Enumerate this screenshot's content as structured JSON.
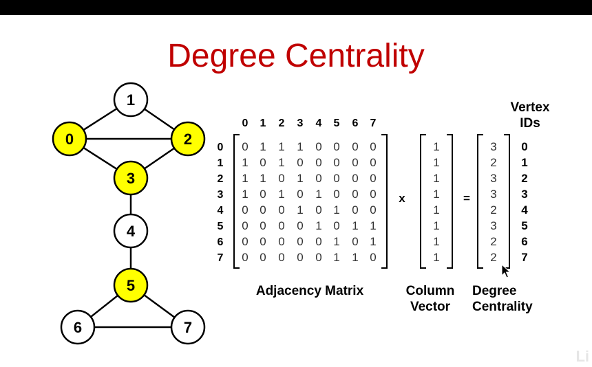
{
  "title": "Degree Centrality",
  "graph": {
    "nodes": [
      {
        "id": "0",
        "highlighted": true
      },
      {
        "id": "1",
        "highlighted": false
      },
      {
        "id": "2",
        "highlighted": true
      },
      {
        "id": "3",
        "highlighted": true
      },
      {
        "id": "4",
        "highlighted": false
      },
      {
        "id": "5",
        "highlighted": true
      },
      {
        "id": "6",
        "highlighted": false
      },
      {
        "id": "7",
        "highlighted": false
      }
    ],
    "edges": [
      [
        "0",
        "1"
      ],
      [
        "1",
        "2"
      ],
      [
        "0",
        "2"
      ],
      [
        "0",
        "3"
      ],
      [
        "2",
        "3"
      ],
      [
        "3",
        "4"
      ],
      [
        "4",
        "5"
      ],
      [
        "5",
        "6"
      ],
      [
        "5",
        "7"
      ],
      [
        "6",
        "7"
      ]
    ],
    "highlight_color": "#ffff00"
  },
  "matrix": {
    "col_headers": [
      "0",
      "1",
      "2",
      "3",
      "4",
      "5",
      "6",
      "7"
    ],
    "row_headers": [
      "0",
      "1",
      "2",
      "3",
      "4",
      "5",
      "6",
      "7"
    ],
    "rows": [
      [
        "0",
        "1",
        "1",
        "1",
        "0",
        "0",
        "0",
        "0"
      ],
      [
        "1",
        "0",
        "1",
        "0",
        "0",
        "0",
        "0",
        "0"
      ],
      [
        "1",
        "1",
        "0",
        "1",
        "0",
        "0",
        "0",
        "0"
      ],
      [
        "1",
        "0",
        "1",
        "0",
        "1",
        "0",
        "0",
        "0"
      ],
      [
        "0",
        "0",
        "0",
        "1",
        "0",
        "1",
        "0",
        "0"
      ],
      [
        "0",
        "0",
        "0",
        "0",
        "1",
        "0",
        "1",
        "1"
      ],
      [
        "0",
        "0",
        "0",
        "0",
        "0",
        "1",
        "0",
        "1"
      ],
      [
        "0",
        "0",
        "0",
        "0",
        "0",
        "1",
        "1",
        "0"
      ]
    ],
    "label": "Adjacency Matrix"
  },
  "operator_x": "x",
  "operator_eq": "=",
  "column_vector": {
    "values": [
      "1",
      "1",
      "1",
      "1",
      "1",
      "1",
      "1",
      "1"
    ],
    "label_line1": "Column",
    "label_line2": "Vector"
  },
  "degree": {
    "values": [
      "3",
      "2",
      "3",
      "3",
      "2",
      "3",
      "2",
      "2"
    ],
    "label_line1": "Degree",
    "label_line2": "Centrality"
  },
  "vertex_ids": {
    "header_line1": "Vertex",
    "header_line2": "IDs",
    "values": [
      "0",
      "1",
      "2",
      "3",
      "4",
      "5",
      "6",
      "7"
    ]
  },
  "watermark": "Li"
}
